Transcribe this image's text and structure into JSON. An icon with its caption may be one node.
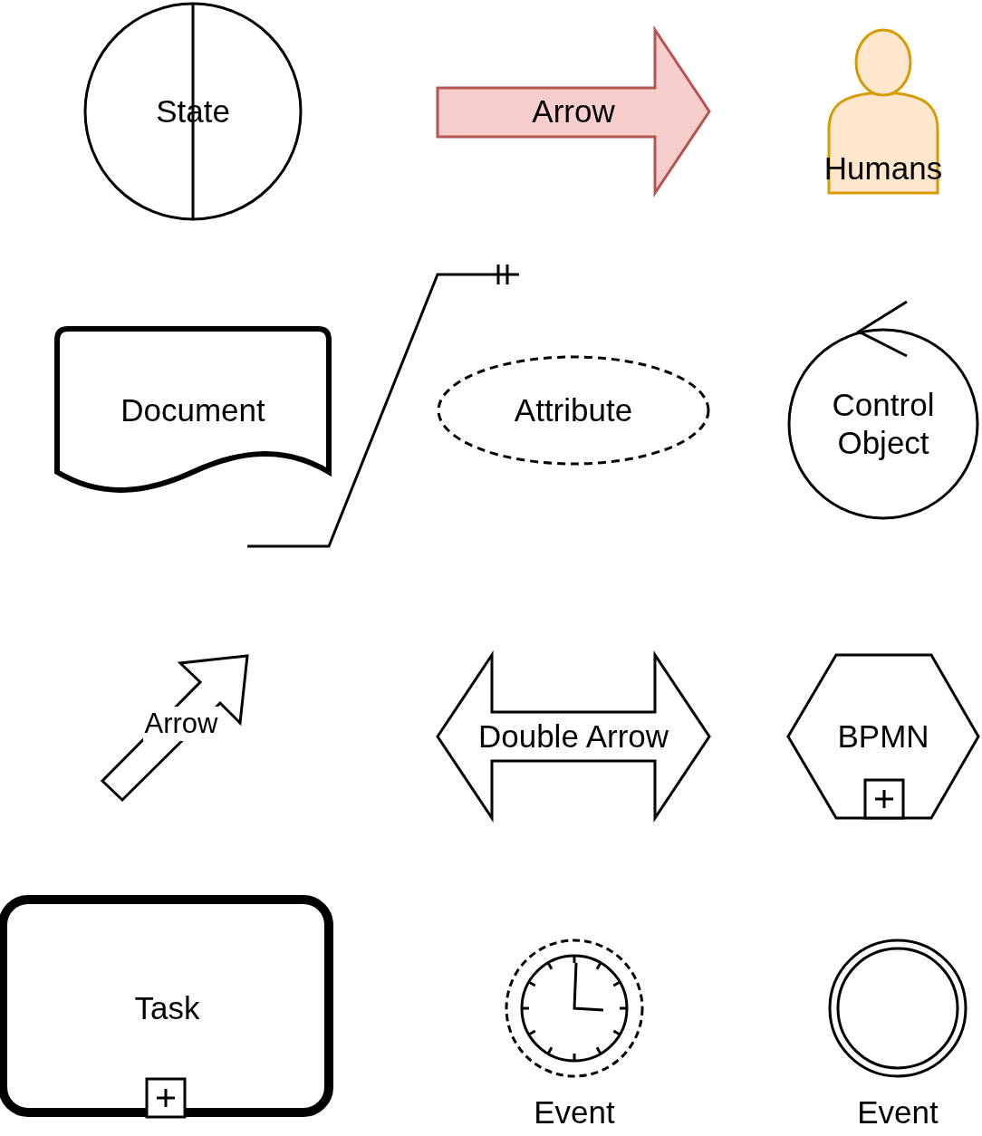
{
  "diagram": {
    "nodes": [
      {
        "text": [
          "State"
        ]
      },
      {
        "text": [
          "Arrow"
        ]
      },
      {
        "text": [
          "Humans"
        ]
      },
      {
        "text": [
          "Document"
        ]
      },
      {
        "text": [
          "Attribute"
        ]
      },
      {
        "text": [
          "Control Object"
        ]
      },
      {
        "text": [
          "Arrow"
        ]
      },
      {
        "text": [
          "Double Arrow"
        ]
      },
      {
        "text": [
          "BPMN"
        ]
      },
      {
        "text": [
          "Task"
        ]
      },
      {
        "text": [
          "Event"
        ]
      },
      {
        "text": [
          "Event"
        ]
      }
    ]
  }
}
